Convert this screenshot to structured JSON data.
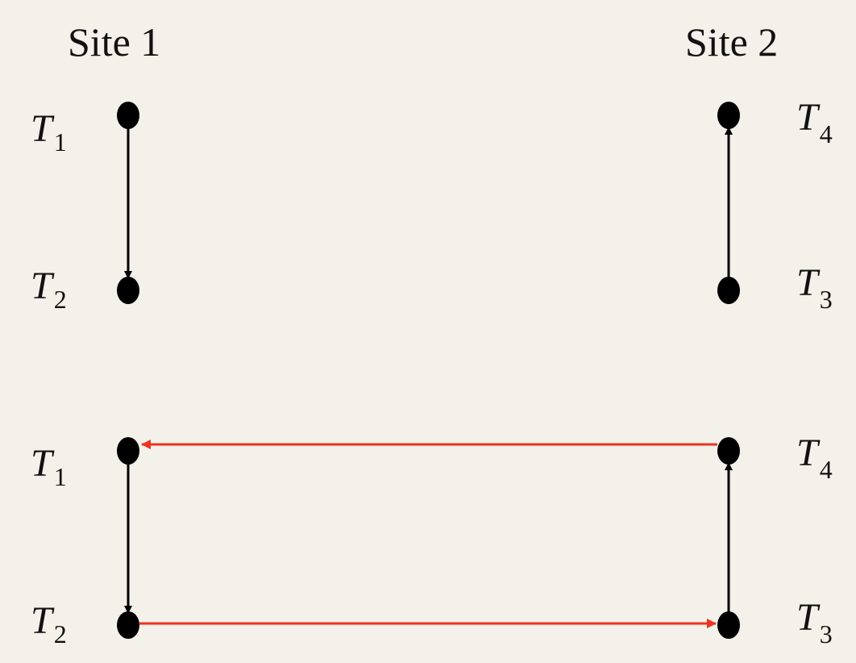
{
  "sites": {
    "site1": "Site 1",
    "site2": "Site 2"
  },
  "transactions": {
    "t1": {
      "letter": "T",
      "sub": "1"
    },
    "t2": {
      "letter": "T",
      "sub": "2"
    },
    "t3": {
      "letter": "T",
      "sub": "3"
    },
    "t4": {
      "letter": "T",
      "sub": "4"
    }
  },
  "graphs": [
    {
      "nodes": [
        "t1",
        "t2",
        "t3",
        "t4"
      ],
      "edges": [
        {
          "from": "t1",
          "to": "t2",
          "kind": "local"
        },
        {
          "from": "t3",
          "to": "t4",
          "kind": "local"
        }
      ]
    },
    {
      "nodes": [
        "t1",
        "t2",
        "t3",
        "t4"
      ],
      "edges": [
        {
          "from": "t1",
          "to": "t2",
          "kind": "local"
        },
        {
          "from": "t3",
          "to": "t4",
          "kind": "local"
        },
        {
          "from": "t4",
          "to": "t1",
          "kind": "global"
        },
        {
          "from": "t2",
          "to": "t3",
          "kind": "global"
        }
      ]
    }
  ],
  "colors": {
    "background": "#f4f1ea",
    "node": "#000000",
    "local_edge": "#000000",
    "global_edge": "#ee3322"
  }
}
